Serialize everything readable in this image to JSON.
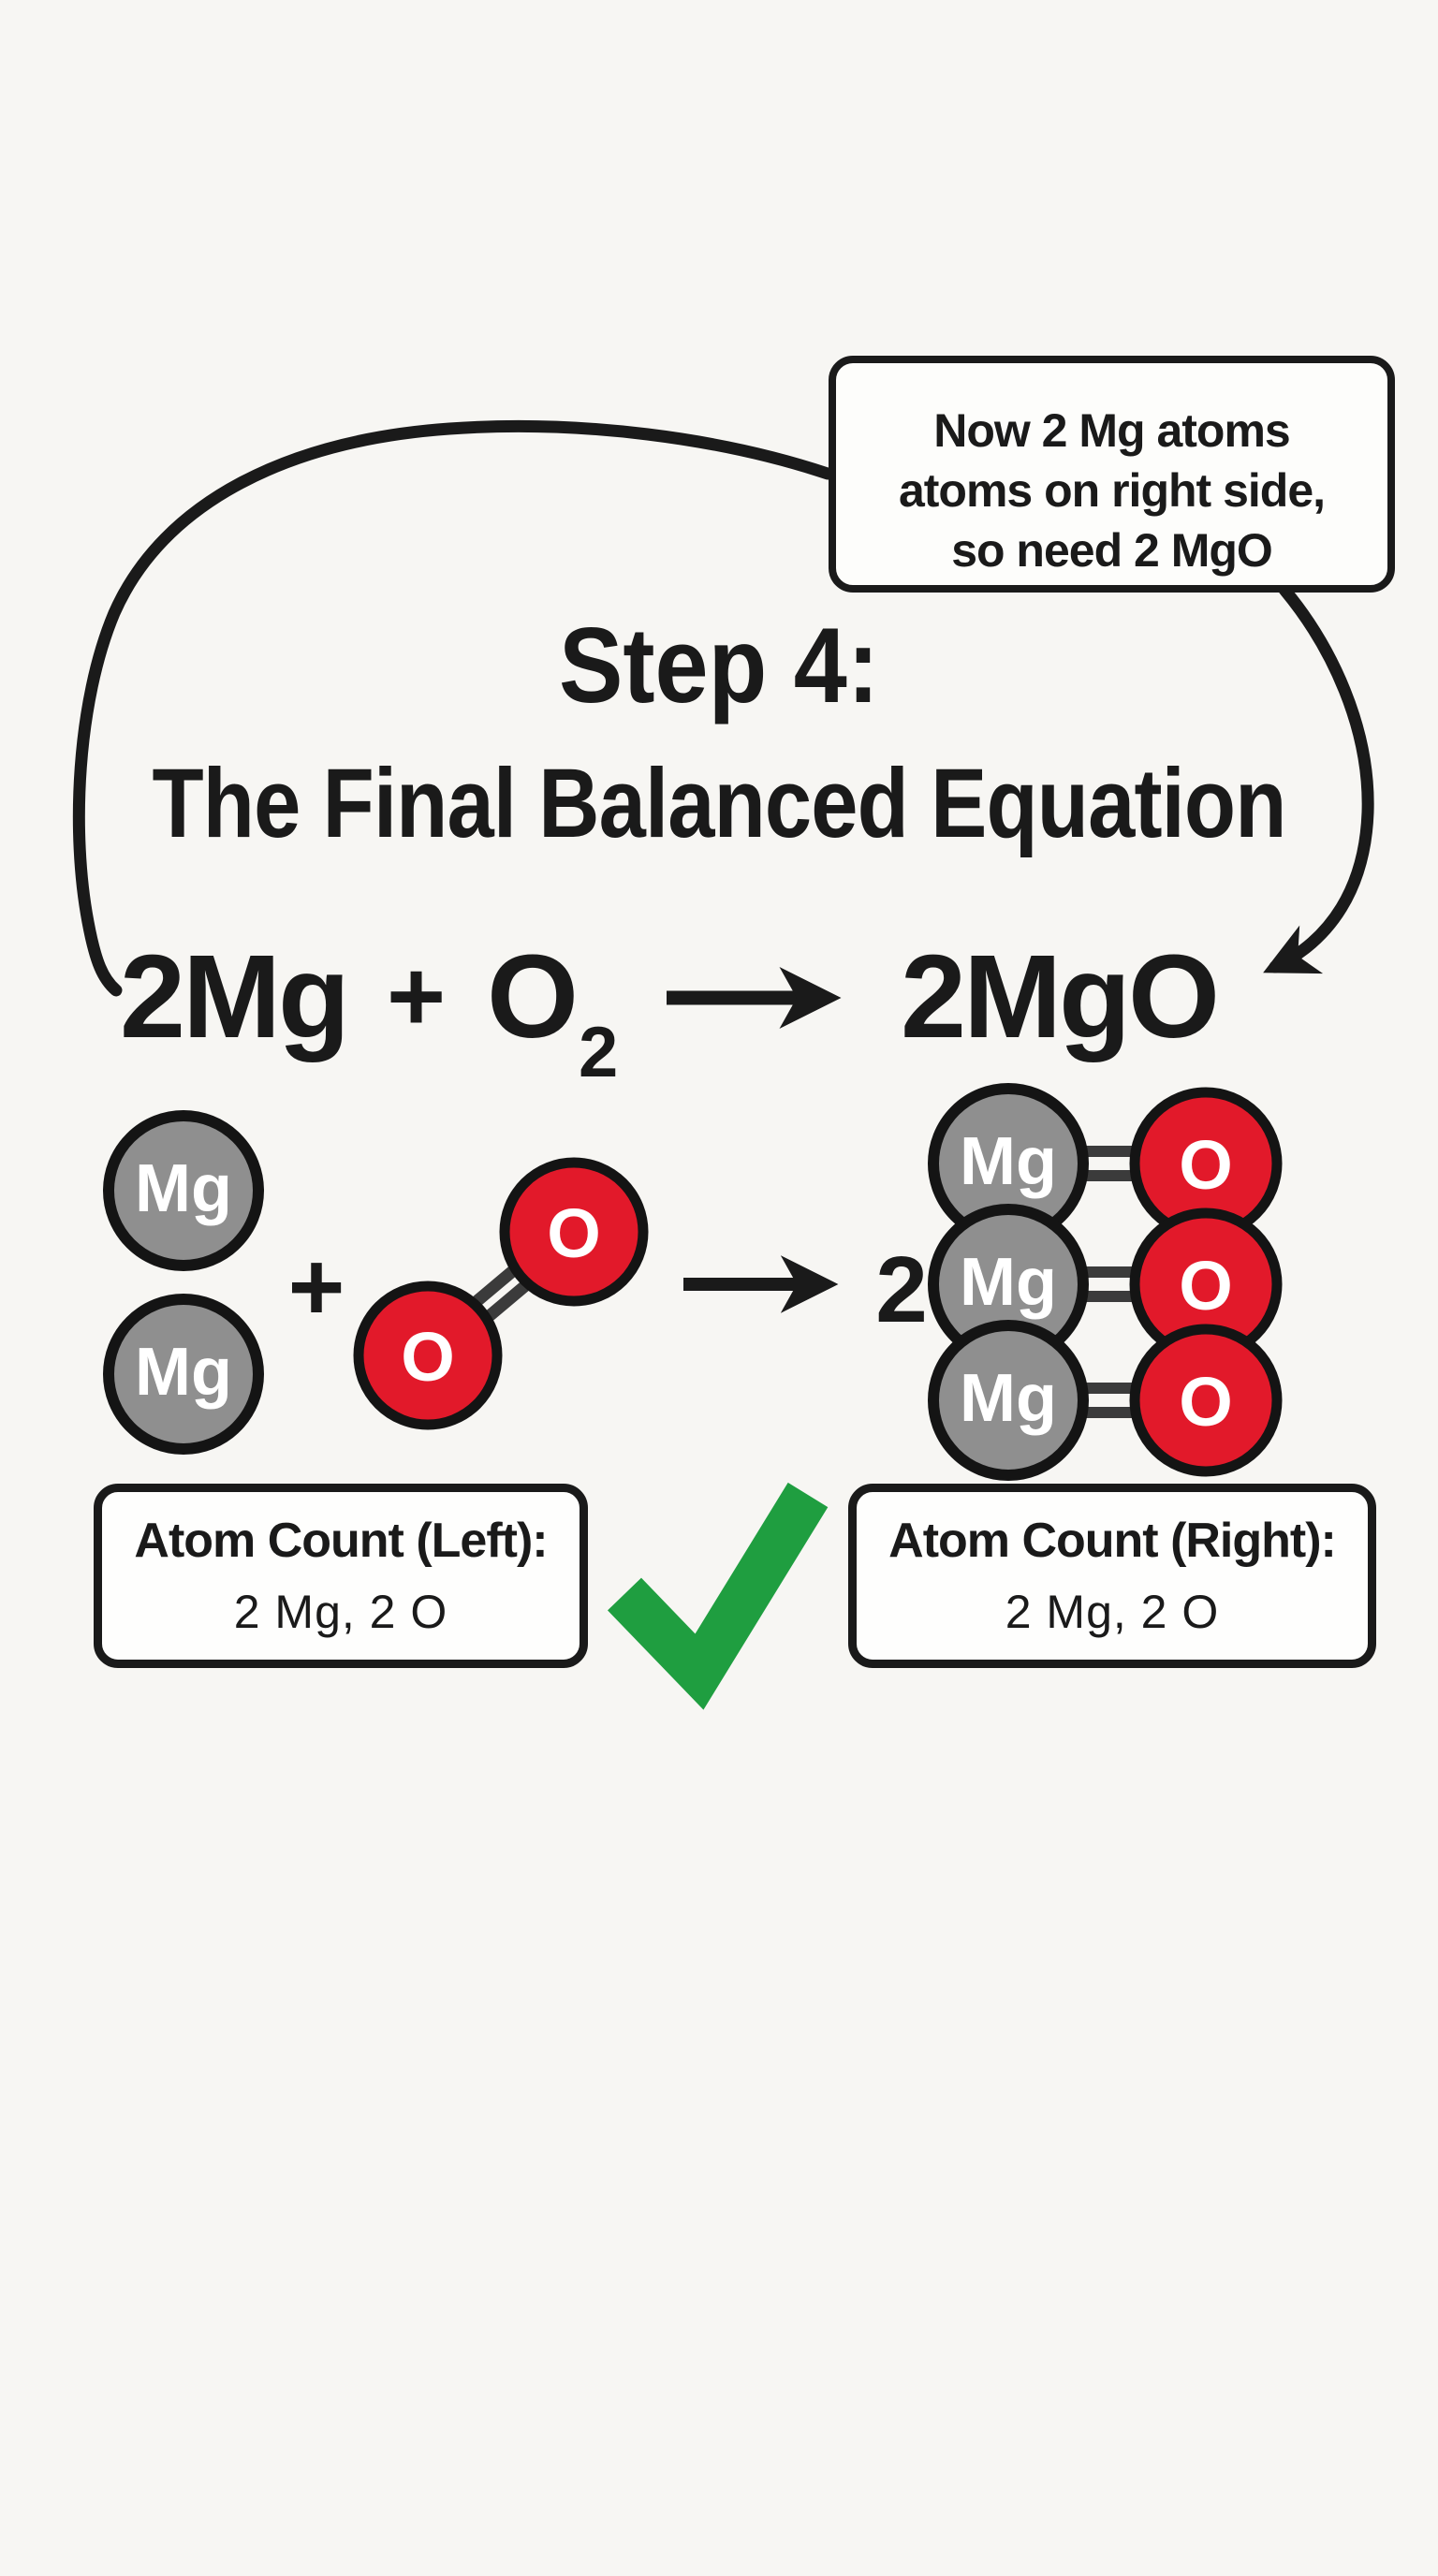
{
  "colors": {
    "background": "#f7f6f3",
    "ink": "#1a1a1a",
    "atom_gray": "#8f8f8f",
    "atom_red": "#e2192a",
    "bond_gray": "#3b3b3b",
    "check_green": "#1f9e40"
  },
  "callout": {
    "lines": [
      "Now 2 Mg atoms",
      "atoms on right side,",
      "so need 2 MgO"
    ]
  },
  "title": {
    "step": "Step 4:",
    "subtitle": "The Final Balanced Equation"
  },
  "equation": {
    "reactant_mg": "2Mg",
    "plus": "+",
    "reactant_o": "O",
    "o_subscript": "2",
    "product": "2MgO"
  },
  "molecule_row": {
    "left_mg": [
      "Mg",
      "Mg"
    ],
    "plus": "+",
    "o2": [
      "O",
      "O"
    ],
    "coefficient": "2",
    "product_rows": [
      {
        "mg": "Mg",
        "o": "O"
      },
      {
        "mg": "Mg",
        "o": "O"
      },
      {
        "mg": "Mg",
        "o": "O"
      }
    ]
  },
  "atom_counts": {
    "left": {
      "title": "Atom Count (Left):",
      "value": "2 Mg, 2 O"
    },
    "right": {
      "title": "Atom Count (Right):",
      "value": "2 Mg, 2 O"
    }
  },
  "icons": {
    "checkmark": "green-checkmark"
  }
}
